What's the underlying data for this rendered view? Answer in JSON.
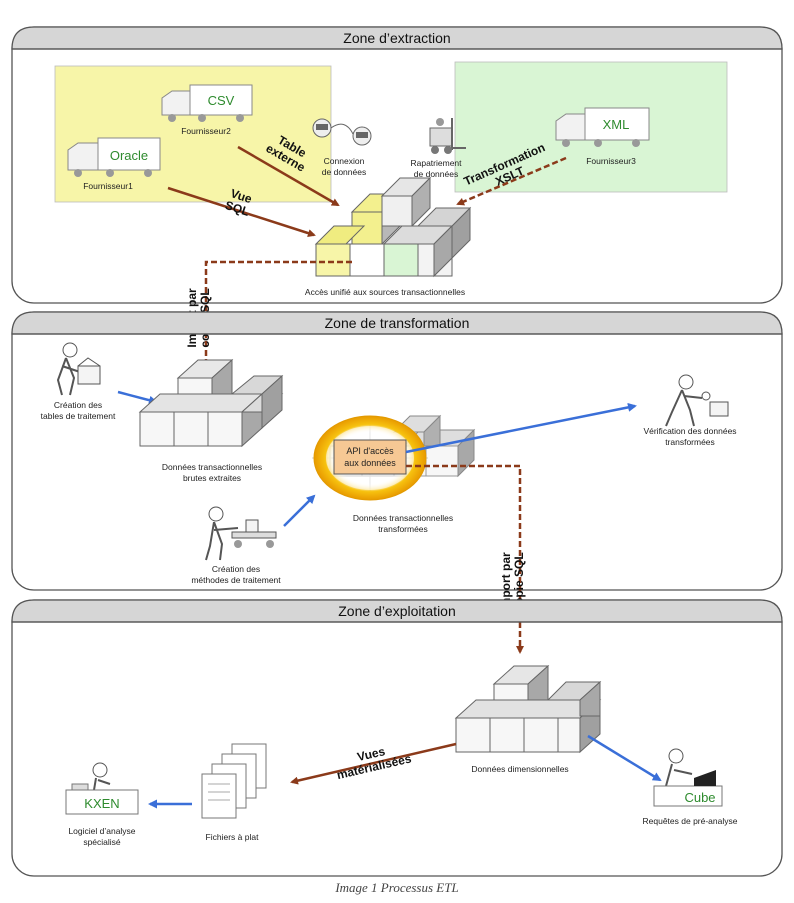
{
  "zones": {
    "extraction": "Zone d’extraction",
    "transformation": "Zone de transformation",
    "exploitation": "Zone d’exploitation"
  },
  "extraction": {
    "truck_oracle": "Oracle",
    "truck_csv": "CSV",
    "truck_xml": "XML",
    "supplier1": "Fournisseur1",
    "supplier2": "Fournisseur2",
    "supplier3": "Fournisseur3",
    "connexion_line1": "Connexion",
    "connexion_line2": "de données",
    "rapatriement_line1": "Rapatriement",
    "rapatriement_line2": "de données",
    "arrow_table_1": "Table",
    "arrow_table_2": "externe",
    "arrow_vue_1": "Vue",
    "arrow_vue_2": "SQL",
    "arrow_transfo_1": "Transformation",
    "arrow_transfo_2": "XSLT",
    "unified_access": "Accès unifié aux sources transactionnelles",
    "import_1": "Import par",
    "import_2": "copie SQL"
  },
  "transformation": {
    "creation_tables_1": "Création des",
    "creation_tables_2": "tables de traitement",
    "raw_data_1": "Données transactionnelles",
    "raw_data_2": "brutes extraites",
    "api_1": "API d'accès",
    "api_2": "aux données",
    "transformed_1": "Données transactionnelles",
    "transformed_2": "transformées",
    "verification_1": "Vérification des données",
    "verification_2": "transformées",
    "methods_1": "Création des",
    "methods_2": "méthodes de traitement",
    "import_1": "Import par",
    "import_2": "copie SQL"
  },
  "exploitation": {
    "dimensional": "Données dimensionnelles",
    "views_1": "Vues",
    "views_2": "matérialisées",
    "flat_files": "Fichiers à plat",
    "kxen": "KXEN",
    "kxen_label_1": "Logiciel d’analyse",
    "kxen_label_2": "spécialisé",
    "cube": "Cube",
    "cube_label": "Requêtes de pré-analyse"
  },
  "caption": "Image 1 Processus ETL",
  "colors": {
    "yellow_area": "#f7f5a8",
    "green_area": "#d9f5d4",
    "brown_arrow": "#8b3a1a",
    "blue_arrow": "#3a6fd8",
    "zone_header": "#d4d4d4",
    "api_fill": "#f6c894",
    "api_ring": "#f2b20f"
  }
}
